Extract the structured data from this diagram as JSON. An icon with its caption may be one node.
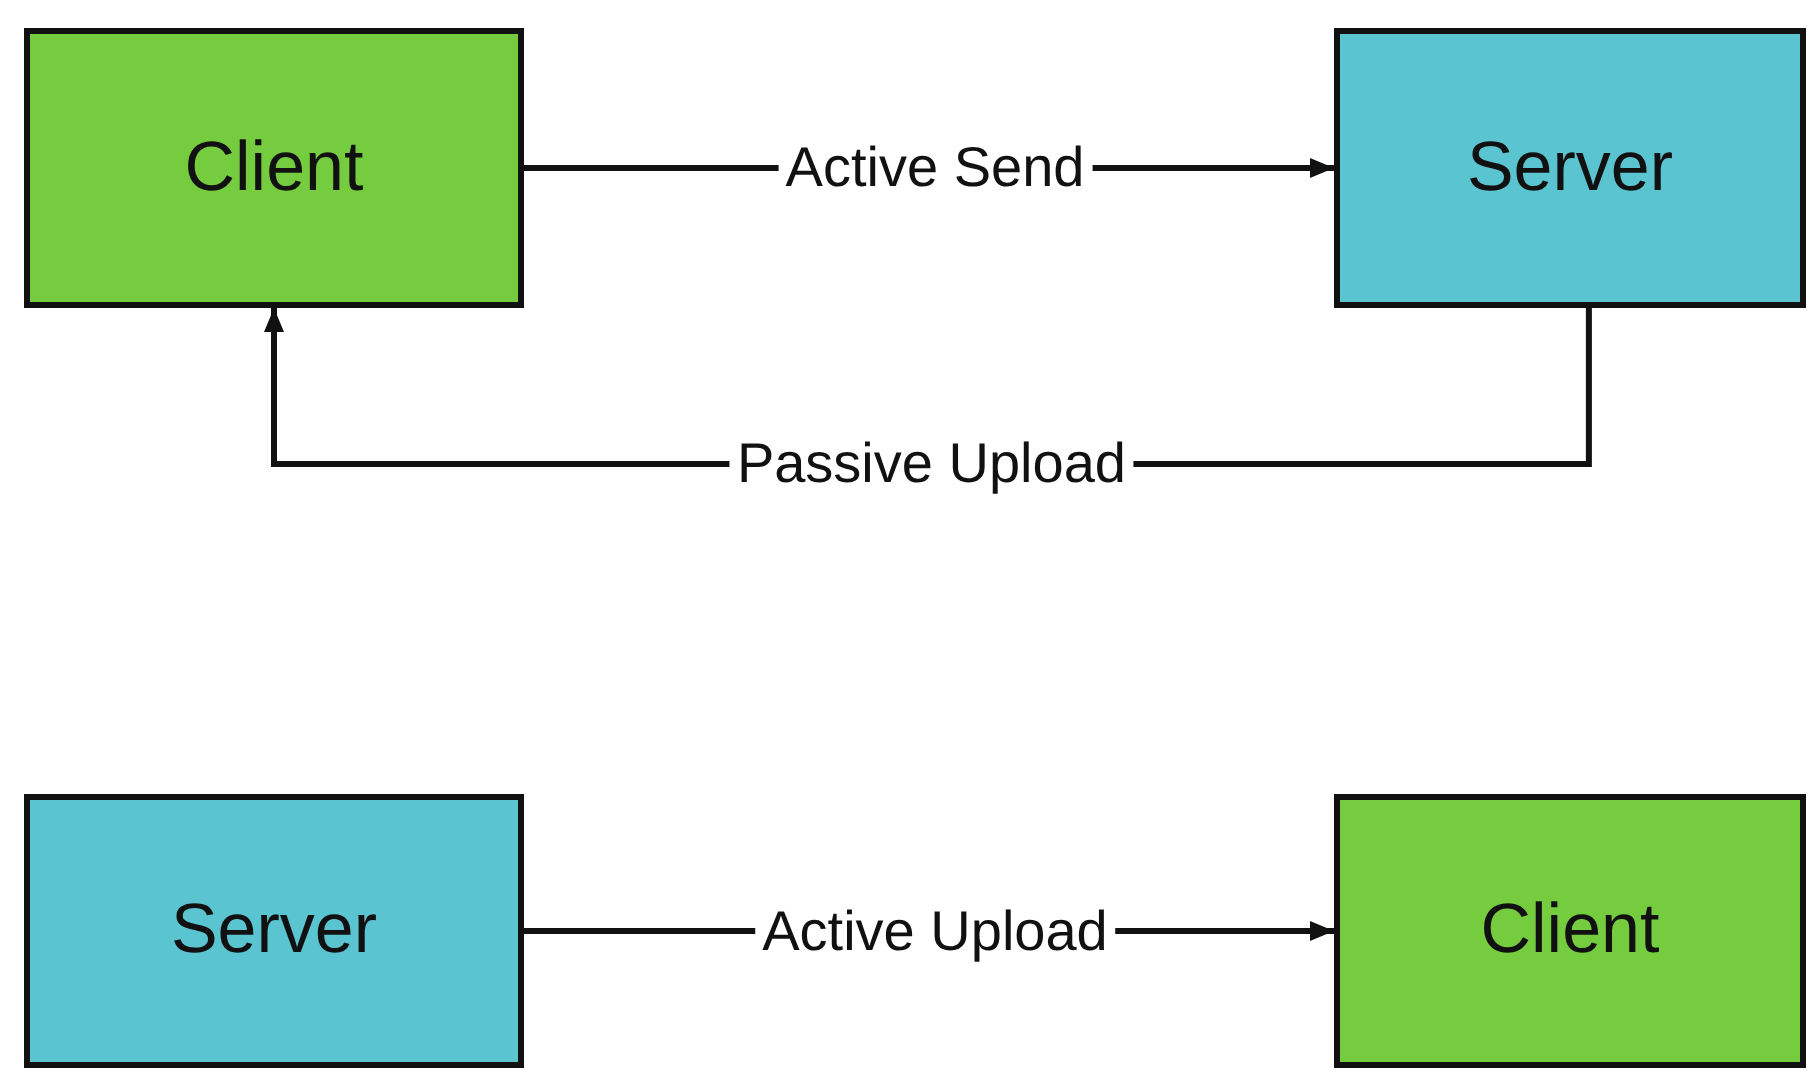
{
  "diagram": {
    "nodes": [
      {
        "text": [
          "Client"
        ]
      },
      {
        "text": [
          "Server"
        ]
      },
      {
        "text": [
          "Server"
        ]
      },
      {
        "text": [
          "Client"
        ]
      }
    ],
    "edges": [
      {
        "from": 0,
        "to": 1,
        "arrow": "to",
        "label": "Active Send"
      },
      {
        "from": 1,
        "to": 0,
        "arrow": "to",
        "label": "Passive Upload"
      },
      {
        "from": 2,
        "to": 3,
        "arrow": "to",
        "label": "Active Upload"
      }
    ]
  }
}
